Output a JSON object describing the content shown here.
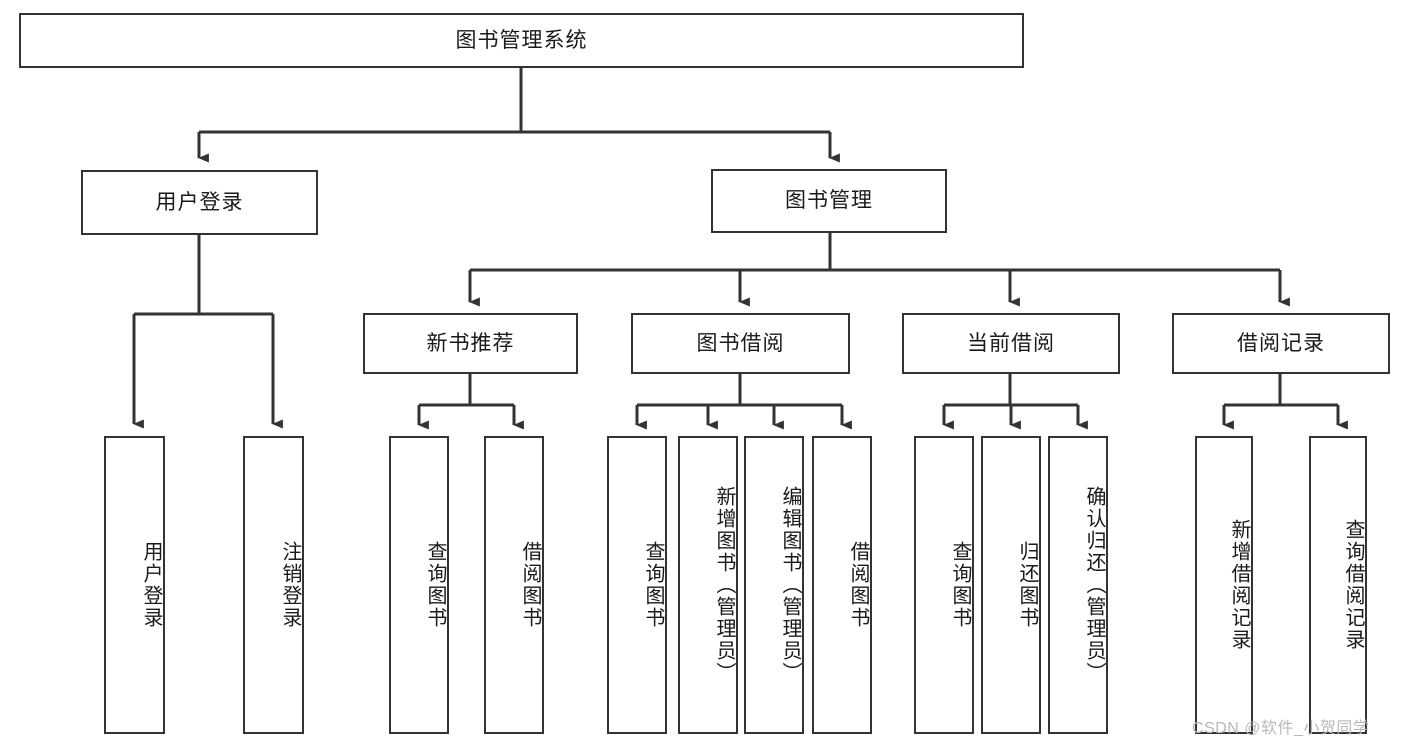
{
  "diagram": {
    "type": "tree-hierarchy-chart",
    "title_node": {
      "label": "图书管理系统"
    },
    "level2": [
      {
        "id": "user-login",
        "label": "用户登录"
      },
      {
        "id": "book-management",
        "label": "图书管理"
      }
    ],
    "level3": [
      {
        "id": "new-book-recommend",
        "label": "新书推荐"
      },
      {
        "id": "book-borrow",
        "label": "图书借阅"
      },
      {
        "id": "current-borrow",
        "label": "当前借阅"
      },
      {
        "id": "borrow-record",
        "label": "借阅记录"
      }
    ],
    "leaves": [
      {
        "id": "leaf-user-login",
        "label": "用户登录"
      },
      {
        "id": "leaf-logout-login",
        "label": "注销登录"
      },
      {
        "id": "leaf-query-book-1",
        "label": "查询图书"
      },
      {
        "id": "leaf-borrow-book-1",
        "label": "借阅图书"
      },
      {
        "id": "leaf-query-book-2",
        "label": "查询图书"
      },
      {
        "id": "leaf-add-book-admin",
        "label": "新增图书（管理员）"
      },
      {
        "id": "leaf-edit-book-admin",
        "label": "编辑图书（管理员）"
      },
      {
        "id": "leaf-borrow-book-2",
        "label": "借阅图书"
      },
      {
        "id": "leaf-query-book-3",
        "label": "查询图书"
      },
      {
        "id": "leaf-return-book",
        "label": "归还图书"
      },
      {
        "id": "leaf-confirm-return-admin",
        "label": "确认归还（管理员）"
      },
      {
        "id": "leaf-add-borrow-record",
        "label": "新增借阅记录"
      },
      {
        "id": "leaf-query-borrow-record",
        "label": "查询借阅记录"
      }
    ],
    "watermark": "CSDN @软件_小贺同学",
    "colors": {
      "stroke": "#333333",
      "background": "#ffffff",
      "text": "#1a1a1a",
      "watermark": "#b8b8b8"
    }
  }
}
